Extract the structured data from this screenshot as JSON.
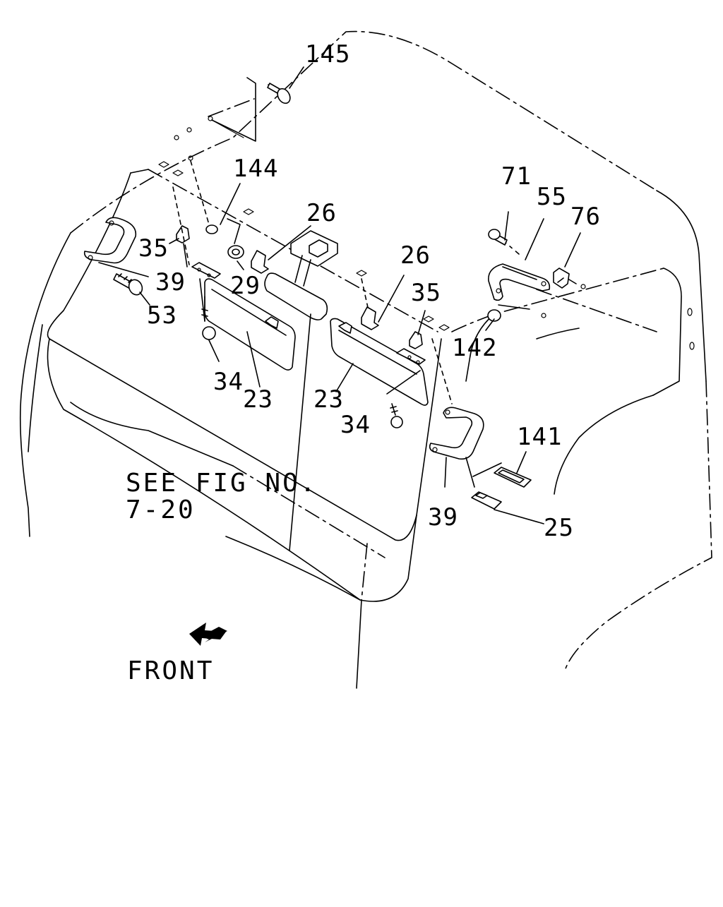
{
  "labels": {
    "p145": "145",
    "p144": "144",
    "p26a": "26",
    "p26b": "26",
    "p71": "71",
    "p55": "55",
    "p76": "76",
    "p35a": "35",
    "p35b": "35",
    "p39a": "39",
    "p39b": "39",
    "p29": "29",
    "p53": "53",
    "p142": "142",
    "p34a": "34",
    "p34b": "34",
    "p23a": "23",
    "p23b": "23",
    "p141": "141",
    "p25": "25"
  },
  "note": {
    "line1": "SEE FIG NO.",
    "line2": "7-20"
  },
  "front_label": "FRONT",
  "icons": {
    "front": "front-arrow-icon"
  }
}
